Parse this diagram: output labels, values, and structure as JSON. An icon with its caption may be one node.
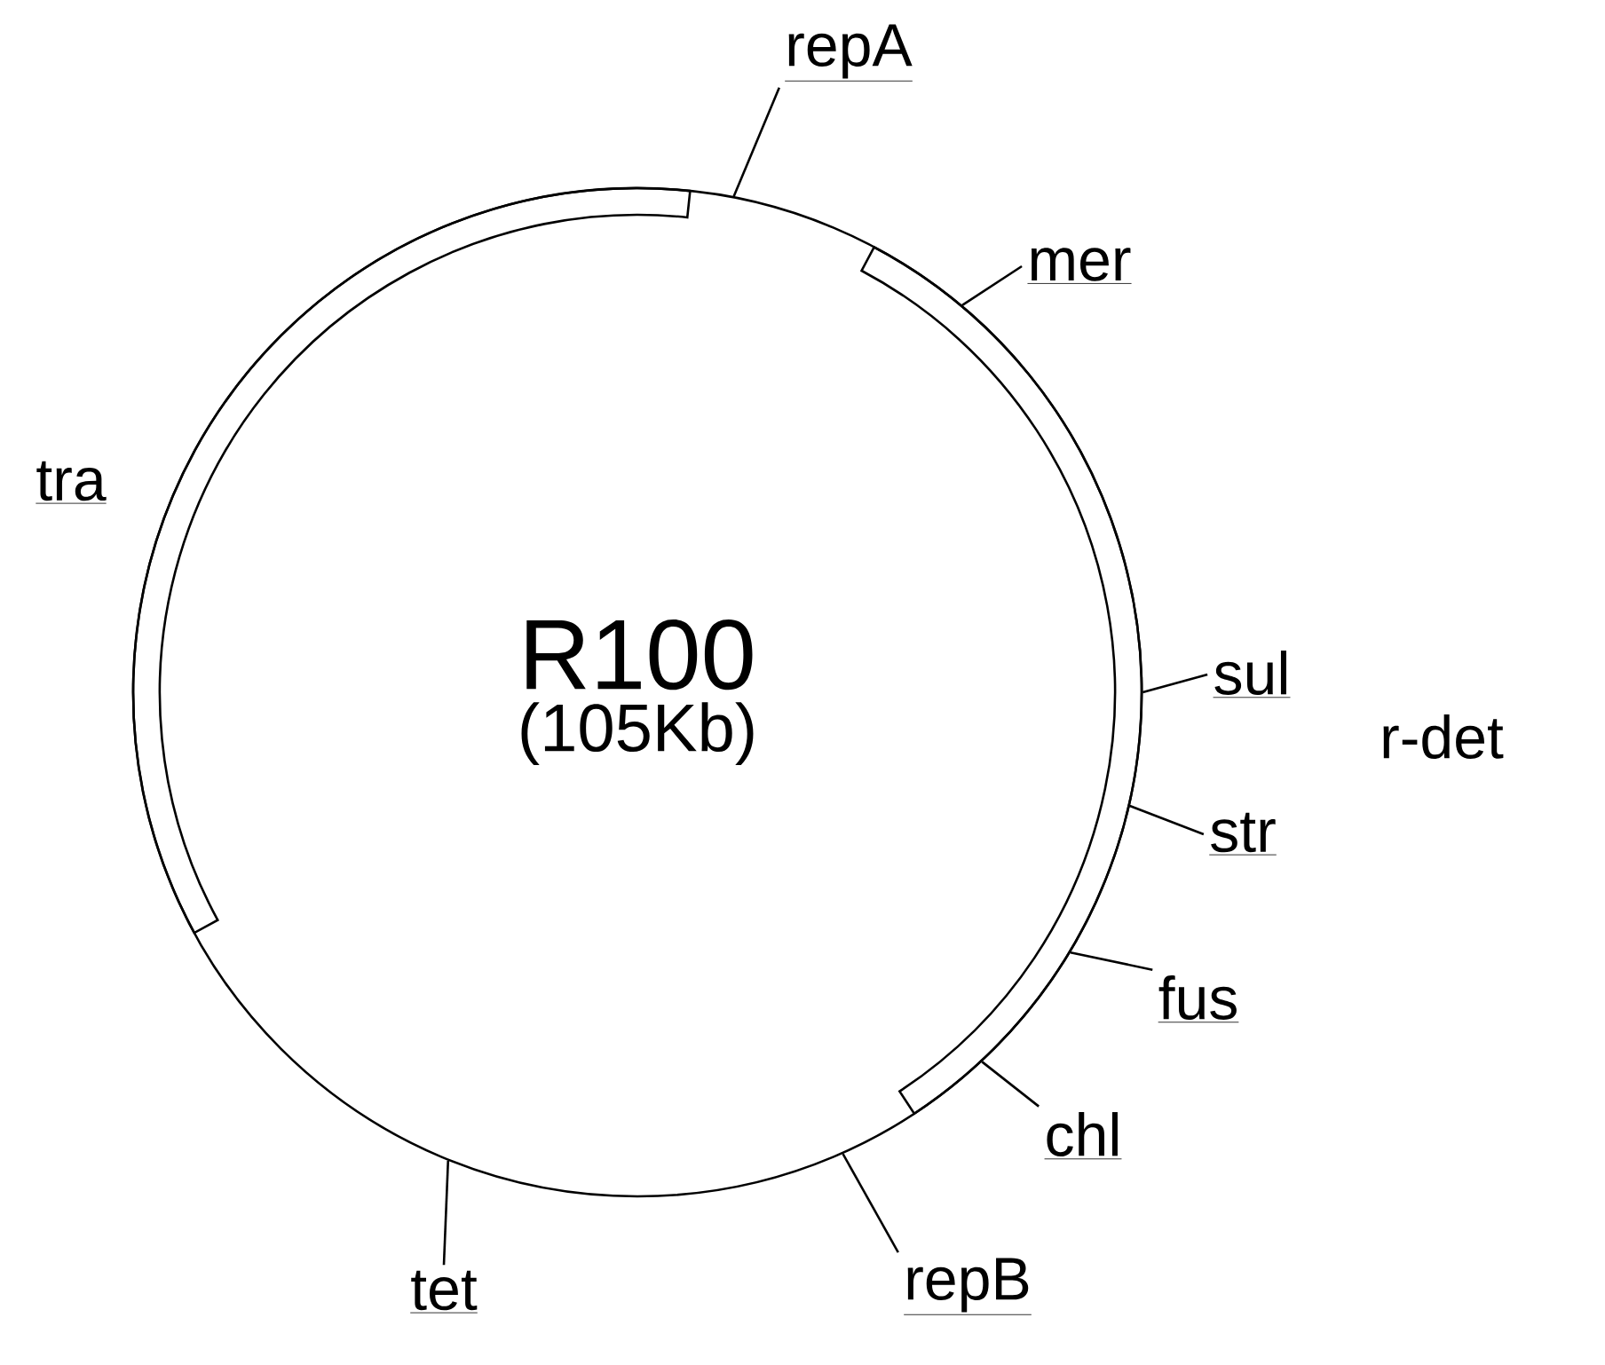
{
  "diagram": {
    "nodes": [
      {
        "text": [
          "R100",
          "(105Kb)"
        ]
      },
      {
        "text": [
          "repA"
        ]
      },
      {
        "text": [
          "mer"
        ]
      },
      {
        "text": [
          "sul"
        ]
      },
      {
        "text": [
          "str"
        ]
      },
      {
        "text": [
          "fus"
        ]
      },
      {
        "text": [
          "chl"
        ]
      },
      {
        "text": [
          "repB"
        ]
      },
      {
        "text": [
          "tet"
        ]
      }
    ],
    "edges": [
      {
        "from": 1,
        "to": 0,
        "arrow": "none"
      },
      {
        "from": 2,
        "to": 0,
        "arrow": "none"
      },
      {
        "from": 3,
        "to": 0,
        "arrow": "none"
      },
      {
        "from": 4,
        "to": 0,
        "arrow": "none"
      },
      {
        "from": 5,
        "to": 0,
        "arrow": "none"
      },
      {
        "from": 6,
        "to": 0,
        "arrow": "none"
      },
      {
        "from": 7,
        "to": 0,
        "arrow": "none"
      },
      {
        "from": 8,
        "to": 0,
        "arrow": "none"
      }
    ],
    "labels": [
      "tra",
      "r-det"
    ]
  }
}
